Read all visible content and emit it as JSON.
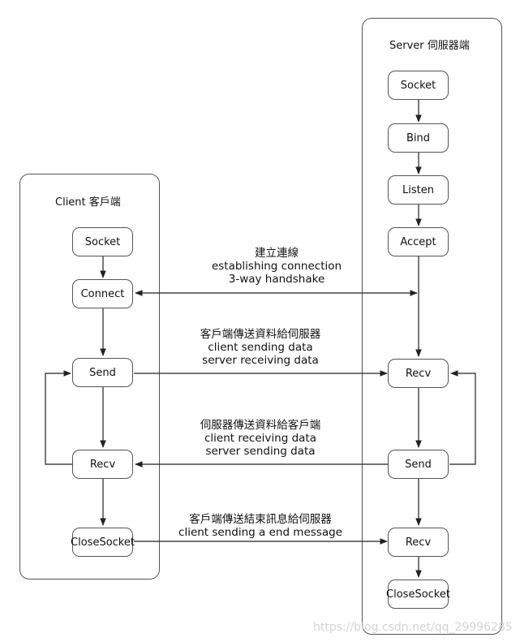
{
  "client": {
    "title": "Client 客戶端",
    "steps": [
      "Socket",
      "Connect",
      "Send",
      "Recv",
      "CloseSocket"
    ]
  },
  "server": {
    "title": "Server 伺服器端",
    "steps": [
      "Socket",
      "Bind",
      "Listen",
      "Accept",
      "Recv",
      "Send",
      "Recv",
      "CloseSocket"
    ]
  },
  "messages": [
    {
      "lines": [
        "建立連線",
        "establishing connection",
        "3-way handshake"
      ]
    },
    {
      "lines": [
        "客戶端傳送資料給伺服器",
        "client sending data",
        "server receiving data"
      ]
    },
    {
      "lines": [
        "伺服器傳送資料給客戶端",
        "client receiving data",
        "server sending data"
      ]
    },
    {
      "lines": [
        "客戶端傳送結束訊息給伺服器",
        "client sending a end message"
      ]
    }
  ],
  "watermark": "https://blog.csdn.net/qq_29996285",
  "colors": {
    "line": "#222222",
    "border": "#555555"
  }
}
